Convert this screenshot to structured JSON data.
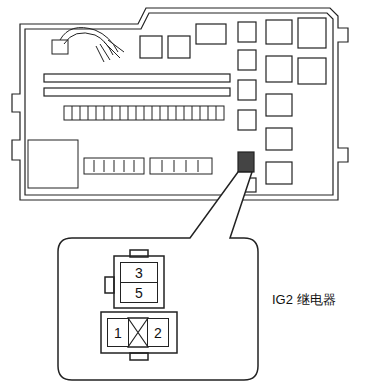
{
  "diagram": {
    "nodes": [
      {
        "text": [
          "3"
        ]
      },
      {
        "text": [
          "5"
        ]
      },
      {
        "text": [
          "1"
        ]
      },
      {
        "text": [
          "2"
        ]
      }
    ],
    "labels": [
      "IG2 继电器"
    ]
  }
}
